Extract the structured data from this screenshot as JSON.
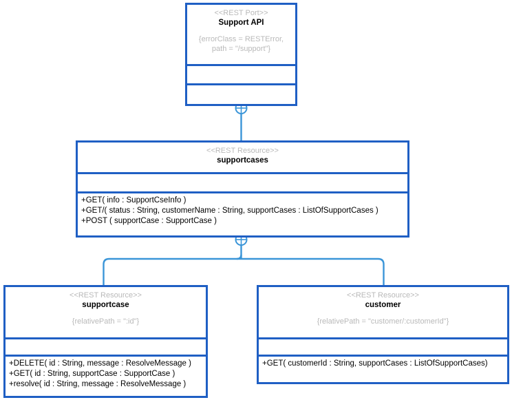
{
  "diagram": {
    "title": "REST API UML resource diagram",
    "colors": {
      "box_border": "#1f5fc4",
      "connector": "#3a95d8",
      "stereotype_text": "#b9b9b9",
      "name_text": "#000000",
      "background": "#ffffff"
    },
    "connector_symbol": "circle-plus"
  },
  "nodes": [
    {
      "id": "support-api",
      "stereotype": "<<REST Port>>",
      "name": "Support API",
      "tagged_values": "{errorClass = RESTError,\npath = \"/support\"}",
      "attributes": [],
      "operations": []
    },
    {
      "id": "supportcases",
      "stereotype": "<<REST Resource>>",
      "name": "supportcases",
      "tagged_values": "",
      "attributes": [],
      "operations": [
        "+GET( info : SupportCseInfo )",
        "+GET/( status : String, customerName : String, supportCases : ListOfSupportCases )",
        "+POST ( supportCase : SupportCase )"
      ]
    },
    {
      "id": "supportcase",
      "stereotype": "<<REST Resource>>",
      "name": "supportcase",
      "tagged_values": "{relativePath = \":id\"}",
      "attributes": [],
      "operations": [
        "+DELETE( id : String, message : ResolveMessage )",
        "+GET( id : String, supportCase : SupportCase )",
        "+resolve( id : String, message : ResolveMessage )"
      ]
    },
    {
      "id": "customer",
      "stereotype": "<<REST Resource>>",
      "name": "customer",
      "tagged_values": "{relativePath = \"customer/:customerId\"}",
      "attributes": [],
      "operations": [
        "+GET( customerId : String, supportCases : ListOfSupportCases)"
      ]
    }
  ],
  "edges": [
    {
      "from": "support-api",
      "to": "supportcases",
      "type": "composition",
      "symbol": "circle-plus"
    },
    {
      "from": "supportcases",
      "to": "supportcase",
      "type": "composition",
      "symbol": "circle-plus"
    },
    {
      "from": "supportcases",
      "to": "customer",
      "type": "composition",
      "symbol": "circle-plus"
    }
  ]
}
